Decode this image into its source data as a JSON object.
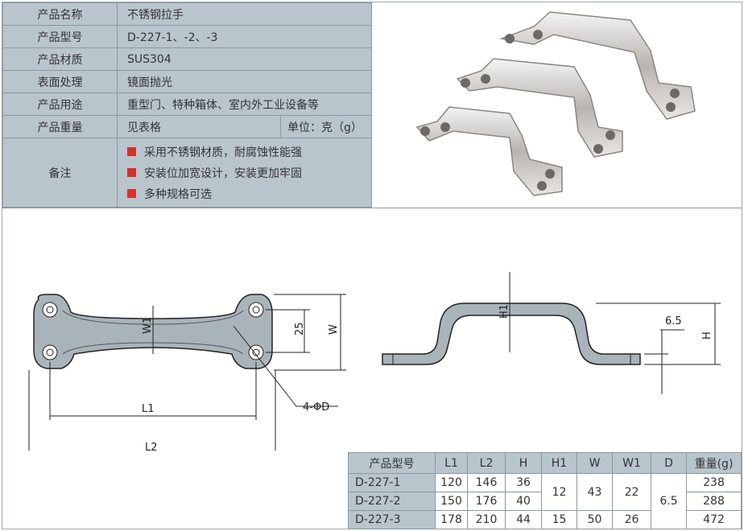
{
  "spec": {
    "rows": [
      {
        "label": "产品名称",
        "value": "不锈钢拉手"
      },
      {
        "label": "产品型号",
        "value": "D-227-1、-2、-3"
      },
      {
        "label": "产品材质",
        "value": "SUS304"
      },
      {
        "label": "表面处理",
        "value": "镜面抛光"
      },
      {
        "label": "产品用途",
        "value": "重型门、特种箱体、室内外工业设备等"
      }
    ],
    "weight": {
      "label": "产品重量",
      "value": "见表格",
      "unit": "单位：克（g）"
    },
    "notes": {
      "label": "备注",
      "items": [
        "采用不锈钢材质，耐腐蚀性能强",
        "安装位加宽设计，安装更加牢固",
        "多种规格可选"
      ]
    }
  },
  "drawing": {
    "w1": "W1",
    "l1": "L1",
    "l2": "L2",
    "d25": "25",
    "w": "W",
    "hole": "4-ΦD",
    "h1": "H1",
    "h": "H",
    "t": "6.5"
  },
  "table": {
    "headers": [
      "产品型号",
      "L1",
      "L2",
      "H",
      "H1",
      "W",
      "W1",
      "D",
      "重量(g)"
    ],
    "rows": [
      {
        "model": "D-227-1",
        "L1": "120",
        "L2": "146",
        "H": "36",
        "weight": "238"
      },
      {
        "model": "D-227-2",
        "L1": "150",
        "L2": "176",
        "H": "40",
        "weight": "288"
      },
      {
        "model": "D-227-3",
        "L1": "178",
        "L2": "210",
        "H": "44",
        "weight": "472"
      }
    ],
    "H1_a": "12",
    "W_a": "43",
    "W1_a": "22",
    "H1_b": "15",
    "W_b": "50",
    "W1_b": "26",
    "D": "6.5"
  },
  "colors": {
    "accent": "#d33328",
    "header_bg": "#b9c5cd"
  }
}
